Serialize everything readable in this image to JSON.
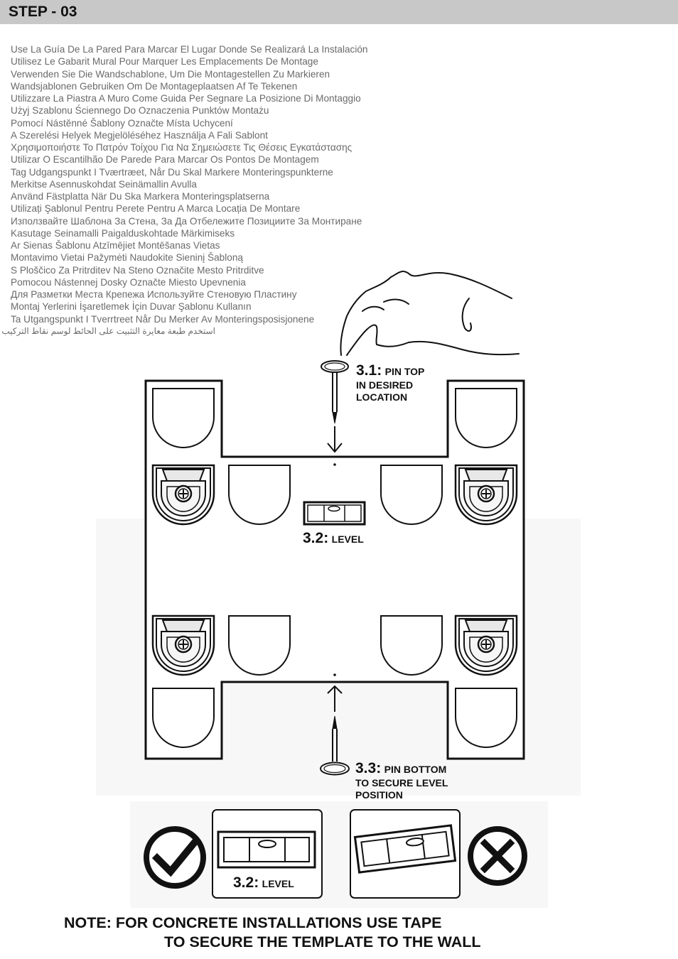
{
  "header": {
    "title": "STEP - 03"
  },
  "instructions": [
    "Use La Guía De La Pared Para Marcar El Lugar Donde Se Realizará La Instalación",
    "Utilisez Le Gabarit Mural Pour Marquer Les Emplacements De Montage",
    "Verwenden Sie Die Wandschablone, Um Die Montagestellen Zu Markieren",
    "Wandsjablonen Gebruiken Om De Montageplaatsen Af Te Tekenen",
    "Utilizzare La Piastra A Muro Come Guida Per Segnare La Posizione Di Montaggio",
    "Użyj Szablonu Ściennego Do Oznaczenia Punktów Montażu",
    "Pomocí Nástěnné Šablony Označte Místa Uchycení",
    "A Szerelési Helyek Megjelöléséhez Használja A Fali Sablont",
    "Χρησιμοποιήστε Το Πατρόν Τοίχου Για Να Σημειώσετε Τις Θέσεις Εγκατάστασης",
    "Utilizar O Escantilhão De Parede Para Marcar Os Pontos De Montagem",
    "Tag Udgangspunkt I Tværtræet, Når Du Skal Markere Monteringspunkterne",
    "Merkitse Asennuskohdat Seinämallin Avulla",
    "Använd Fästplatta När Du Ska Markera Monteringsplatserna",
    "Utilizați Şablonul Pentru Perete Pentru A Marca Locația De Montare",
    "Използвайте Шаблона За Стена, За Да Отбележите Позициите За Монтиране",
    "Kasutage Seinamalli Paigalduskohtade Märkimiseks",
    "Ar Sienas Šablonu Atzīmējiet Montēšanas Vietas",
    "Montavimo Vietai Pažymėti Naudokite Sieninį Šabloną",
    "S Ploščico Za Pritrditev Na Steno Označite Mesto Pritrditve",
    "Pomocou Nástennej Dosky Označte Miesto Upevnenia",
    "Для Разметки Места Крепежа Используйте Стеновую Пластину",
    "Montaj Yerlerini İşaretlemek İçin Duvar Şablonu Kullanın",
    "Ta Utgangspunkt I Tverrtreet Når Du Merker Av Monteringsposisjonene",
    "استخدم طبعة معايرة التثبيت على الحائط لوسم نقاط التركيب"
  ],
  "callouts": {
    "pin_top": {
      "num": "3.1:",
      "label": "PIN TOP",
      "line2": "IN DESIRED",
      "line3": "LOCATION"
    },
    "level": {
      "num": "3.2:",
      "label": "LEVEL"
    },
    "pin_bottom": {
      "num": "3.3:",
      "label": "PIN BOTTOM",
      "line2": "TO SECURE LEVEL",
      "line3": "POSITION"
    },
    "level_example": {
      "num": "3.2:",
      "label": "LEVEL"
    }
  },
  "note": {
    "line1": "NOTE: FOR CONCRETE INSTALLATIONS USE TAPE",
    "line2": "TO SECURE THE TEMPLATE TO THE WALL"
  },
  "icons": {
    "correct": "check-circle-icon",
    "incorrect": "x-circle-icon"
  },
  "colors": {
    "header_bg": "#c8c8c8",
    "instruction_text": "#6a6a6a",
    "line": "#111111"
  }
}
